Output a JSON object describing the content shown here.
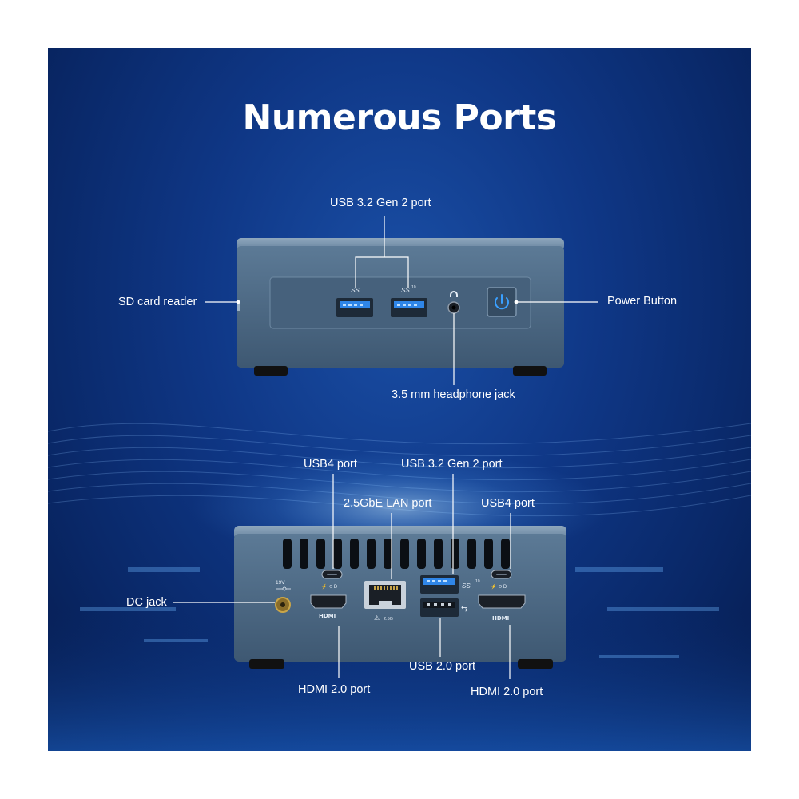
{
  "title": "Numerous Ports",
  "front_labels": {
    "usb32_gen2": "USB 3.2 Gen 2 port",
    "sd_card_reader": "SD card reader",
    "power_button": "Power Button",
    "headphone_jack": "3.5 mm headphone jack"
  },
  "rear_labels": {
    "usb4_left": "USB4 port",
    "usb32_gen2": "USB 3.2 Gen 2 port",
    "lan": "2.5GbE LAN port",
    "usb4_right": "USB4 port",
    "dc_jack": "DC jack",
    "usb20": "USB 2.0 port",
    "hdmi_left": "HDMI 2.0 port",
    "hdmi_right": "HDMI 2.0 port"
  },
  "port_markings": {
    "dc_rating": "19V",
    "hdmi_logo": "HDMI",
    "lan_speed": "2.5G",
    "ss_logo": "SS",
    "ss_gen": "10"
  },
  "colors": {
    "background": "#0f3786",
    "chassis": "#4f6d89",
    "usb3_blue": "#2f86e8",
    "power_led": "#3aa0ff",
    "label_text": "#ffffff"
  }
}
